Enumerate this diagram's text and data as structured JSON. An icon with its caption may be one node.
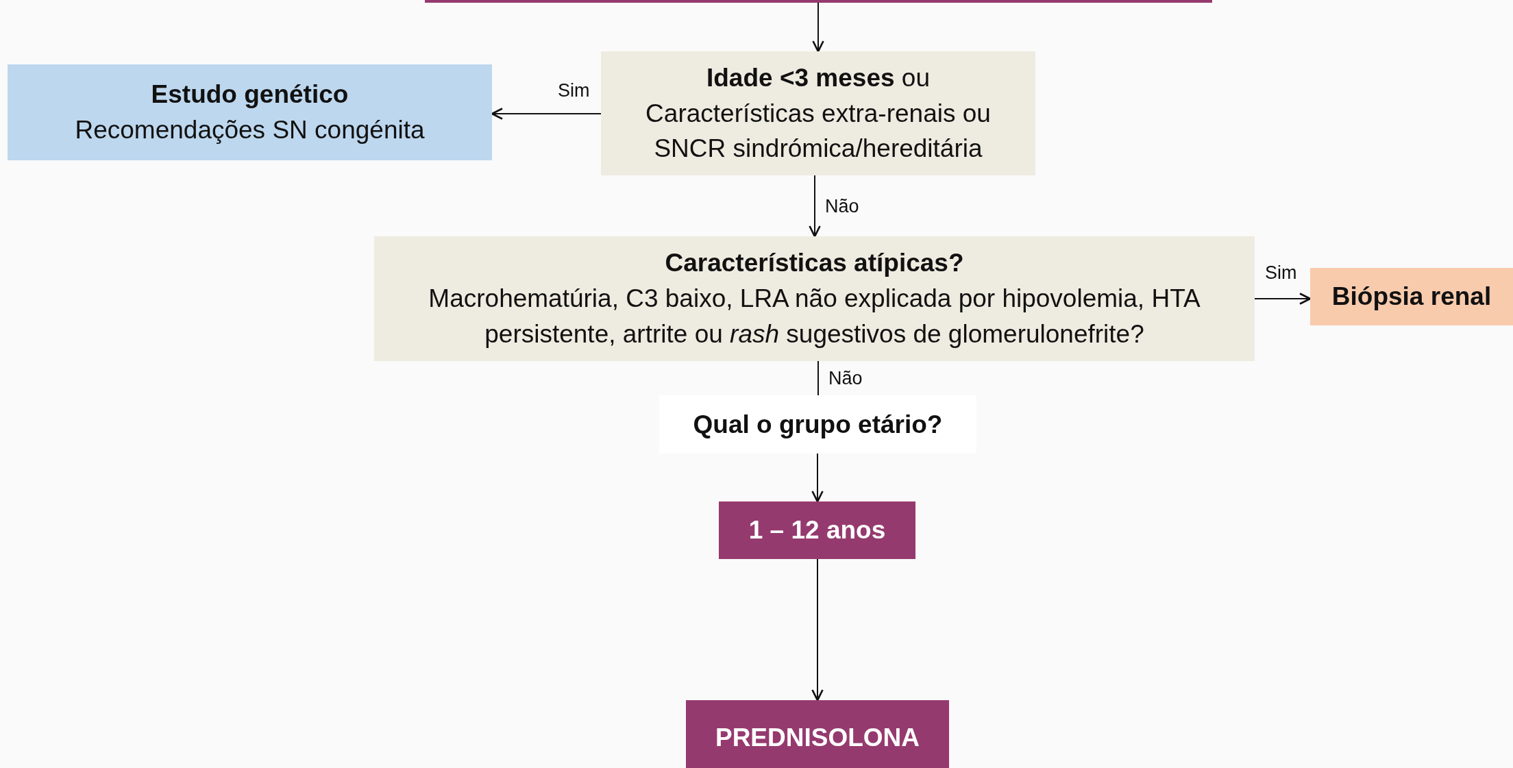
{
  "diagram": {
    "nodes": [
      {
        "text": [],
        "shape": "box"
      },
      {
        "text": [
          "**Idade <3 meses** ou",
          "Características extra-renais ou SNCR sindrómica/hereditária"
        ]
      },
      {
        "text": [
          "Estudo genético",
          "Recomendações SN congénita"
        ]
      },
      {
        "text": [
          "Características atípicas?",
          "Macrohematúria, C3 baixo, LRA não explicada por hipovolemia, HTA persistente, artrite ou *rash* sugestivos de glomerulonefrite?"
        ]
      },
      {
        "text": [
          "Biópsia renal"
        ]
      },
      {
        "text": [
          "Qual o grupo etário?"
        ]
      },
      {
        "text": [
          "1 – 12 anos"
        ]
      },
      {
        "text": [
          "PREDNISOLONA"
        ]
      }
    ],
    "edges": [
      {
        "from": 0,
        "to": 1,
        "arrow": "to"
      },
      {
        "from": 1,
        "to": 2,
        "arrow": "to",
        "label": "Sim"
      },
      {
        "from": 1,
        "to": 3,
        "arrow": "to",
        "label": "Não"
      },
      {
        "from": 3,
        "to": 4,
        "arrow": "to",
        "label": "Sim"
      },
      {
        "from": 3,
        "to": 5,
        "arrow": "none",
        "label": "Não"
      },
      {
        "from": 5,
        "to": 6,
        "arrow": "to"
      },
      {
        "from": 6,
        "to": 7,
        "arrow": "to"
      }
    ]
  }
}
